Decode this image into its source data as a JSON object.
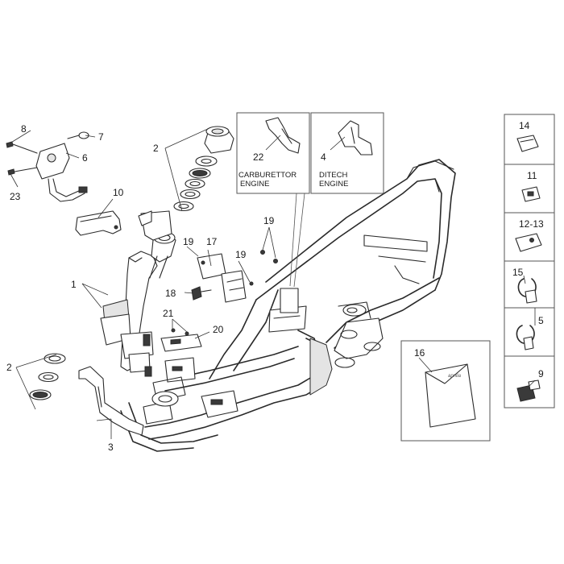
{
  "diagram": {
    "callouts": {
      "c1": "1",
      "c2a": "2",
      "c2b": "2",
      "c3": "3",
      "c4": "4",
      "c5": "5",
      "c6": "6",
      "c7": "7",
      "c8": "8",
      "c9": "9",
      "c10": "10",
      "c11": "11",
      "c12": "12-13",
      "c14": "14",
      "c15": "15",
      "c16": "16",
      "c17": "17",
      "c18": "18",
      "c19a": "19",
      "c19b": "19",
      "c19c": "19",
      "c20": "20",
      "c21": "21",
      "c22": "22",
      "c23": "23"
    },
    "inset_carb": {
      "line1": "CARBURETTOR",
      "line2": "ENGINE"
    },
    "inset_ditech": {
      "line1": "DITECH",
      "line2": "ENGINE"
    },
    "bag_logo": "aprilia"
  }
}
